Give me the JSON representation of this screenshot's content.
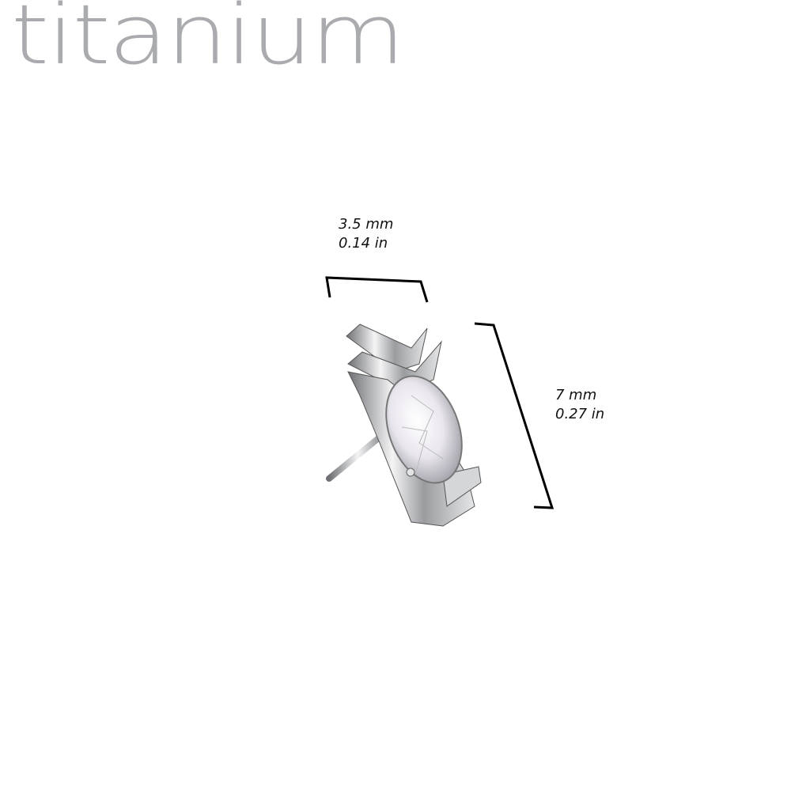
{
  "logo": {
    "text": "titanium",
    "color": "#a9abae"
  },
  "dimensions": {
    "width": {
      "mm": "3.5 mm",
      "in": "0.14 in"
    },
    "height": {
      "mm": "7 mm",
      "in": "0.27 in"
    }
  },
  "product": {
    "stone_shape": "oval",
    "stone_color": "clear",
    "metal_color": "#c8c9cc"
  }
}
